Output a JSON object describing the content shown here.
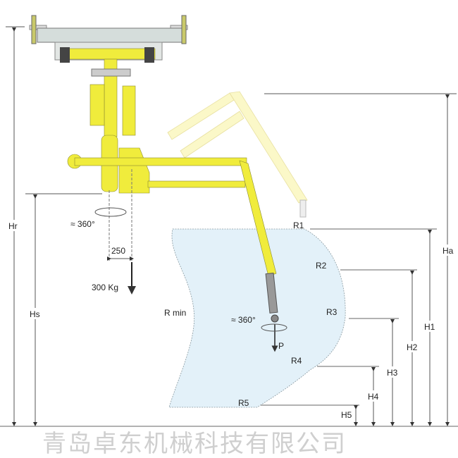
{
  "diagram": {
    "labels": {
      "hr": "Hr",
      "hs": "Hs",
      "ha": "Ha",
      "h1": "H1",
      "h2": "H2",
      "h3": "H3",
      "h4": "H4",
      "h5": "H5",
      "r1": "R1",
      "r2": "R2",
      "r3": "R3",
      "r4": "R4",
      "r5": "R5",
      "rmin": "R min",
      "rotation_top": "≈ 360°",
      "rotation_tool": "≈ 360°",
      "offset": "250",
      "load": "300 Kg",
      "force": "P"
    },
    "watermark": "青岛卓东机械科技有限公司",
    "colors": {
      "arm": "#f0ec3c",
      "envelope": "#e3f1f9",
      "rail": "#d5dddb"
    }
  }
}
